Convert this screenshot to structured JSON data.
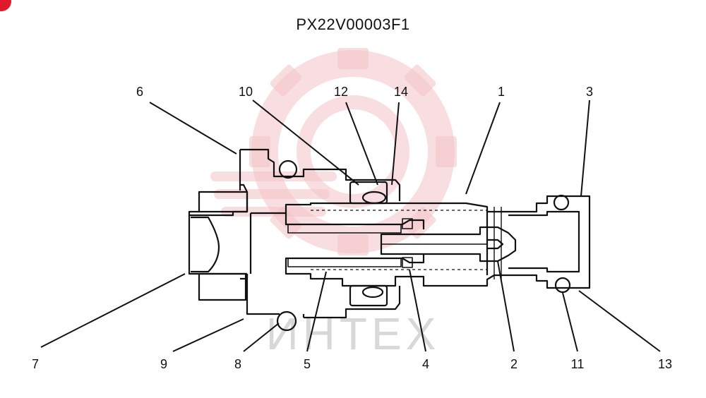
{
  "document": {
    "title": "PX22V00003F1",
    "watermark_text": "ИНТЕХ"
  },
  "colors": {
    "badge": "#e01a2d",
    "watermark": "#f3c3c6",
    "watermark_text": "#d8d8d8",
    "line": "#111111"
  },
  "callouts": {
    "c1": "1",
    "c2": "2",
    "c3": "3",
    "c4": "4",
    "c5": "5",
    "c6": "6",
    "c7": "7",
    "c8": "8",
    "c9": "9",
    "c10": "10",
    "c11": "11",
    "c12": "12",
    "c13": "13",
    "c14": "14"
  }
}
